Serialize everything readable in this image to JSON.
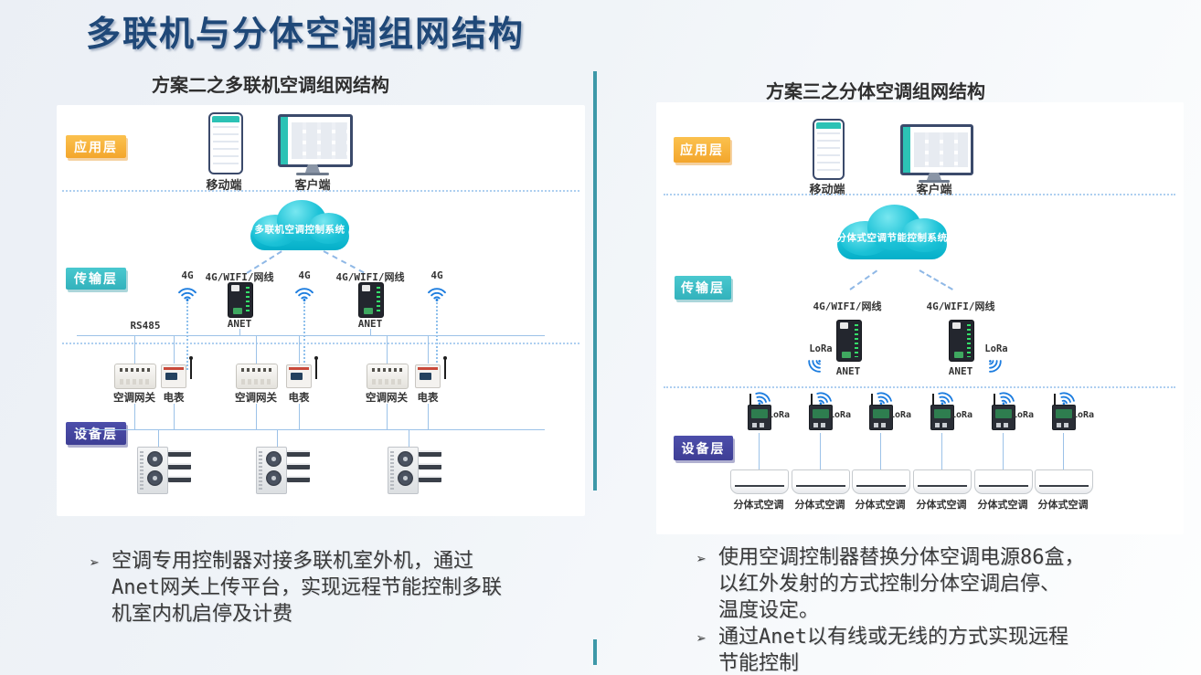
{
  "slide": {
    "title": "多联机与分体空调组网结构"
  },
  "left_panel": {
    "subtitle": "方案二之多联机空调组网结构",
    "layers": {
      "app": "应用层",
      "transport": "传输层",
      "device": "设备层"
    },
    "terminals": {
      "mobile": "移动端",
      "desktop": "客户端"
    },
    "cloud_label": "多联机空调控制系统",
    "labels": {
      "g4": "4G",
      "link": "4G/WIFI/网线",
      "anet": "ANET",
      "bus": "RS485",
      "gateway": "空调网关",
      "meter": "电表"
    },
    "note": {
      "marker": "➢",
      "lines": [
        "空调专用控制器对接多联机室外机，通过",
        "Anet网关上传平台，实现远程节能控制多联",
        "机室内机启停及计费"
      ]
    }
  },
  "right_panel": {
    "subtitle": "方案三之分体空调组网结构",
    "layers": {
      "app": "应用层",
      "transport": "传输层",
      "device": "设备层"
    },
    "terminals": {
      "mobile": "移动端",
      "desktop": "客户端"
    },
    "cloud_label": "分体式空调节能控制系统",
    "labels": {
      "link": "4G/WIFI/网线",
      "anet": "ANET",
      "lora": "LoRa",
      "ac": "分体式空调"
    },
    "notes": [
      {
        "marker": "➢",
        "lines": [
          "使用空调控制器替换分体空调电源86盒，",
          "以红外发射的方式控制分体空调启停、",
          "温度设定。"
        ]
      },
      {
        "marker": "➢",
        "lines": [
          "通过Anet以有线或无线的方式实现远程",
          "节能控制"
        ]
      }
    ]
  },
  "colors": {
    "title_navy": "#1F4878",
    "accent_orange": "#F7AC38",
    "accent_teal": "#3BBEC6",
    "accent_indigo": "#45479F",
    "cloud_cyan": "#0FB9CF",
    "line_blue": "#9CC2E8",
    "wifi_blue": "#1D7DDF",
    "divider_teal": "#3D98A8",
    "note_text": "#3A3A3A"
  }
}
